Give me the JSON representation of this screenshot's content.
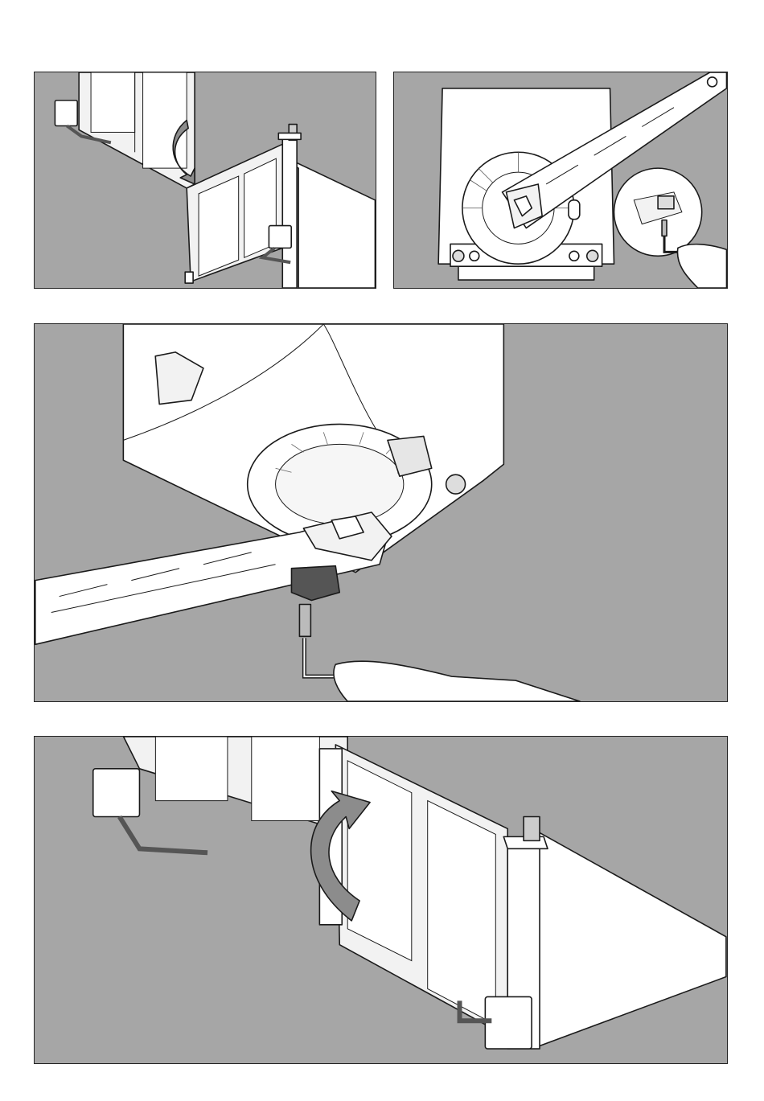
{
  "colors": {
    "panel_background": "#a6a6a6",
    "outline": "#1a1a1a",
    "gate_fill": "#f2f2f2",
    "motor_fill": "#ffffff",
    "arrow_fill": "#8c8c8c"
  },
  "panels": [
    {
      "name": "gate-closed-overview",
      "icons": [
        "rotation-arrow-icon"
      ]
    },
    {
      "name": "motor-arm-detail",
      "icons": [
        "hand-icon",
        "hex-key-icon"
      ]
    },
    {
      "name": "stop-mount-closeup",
      "icons": [
        "hand-icon",
        "hex-key-icon",
        "screw-icon"
      ]
    },
    {
      "name": "gate-open-overview",
      "icons": [
        "rotation-arrow-icon"
      ]
    }
  ]
}
